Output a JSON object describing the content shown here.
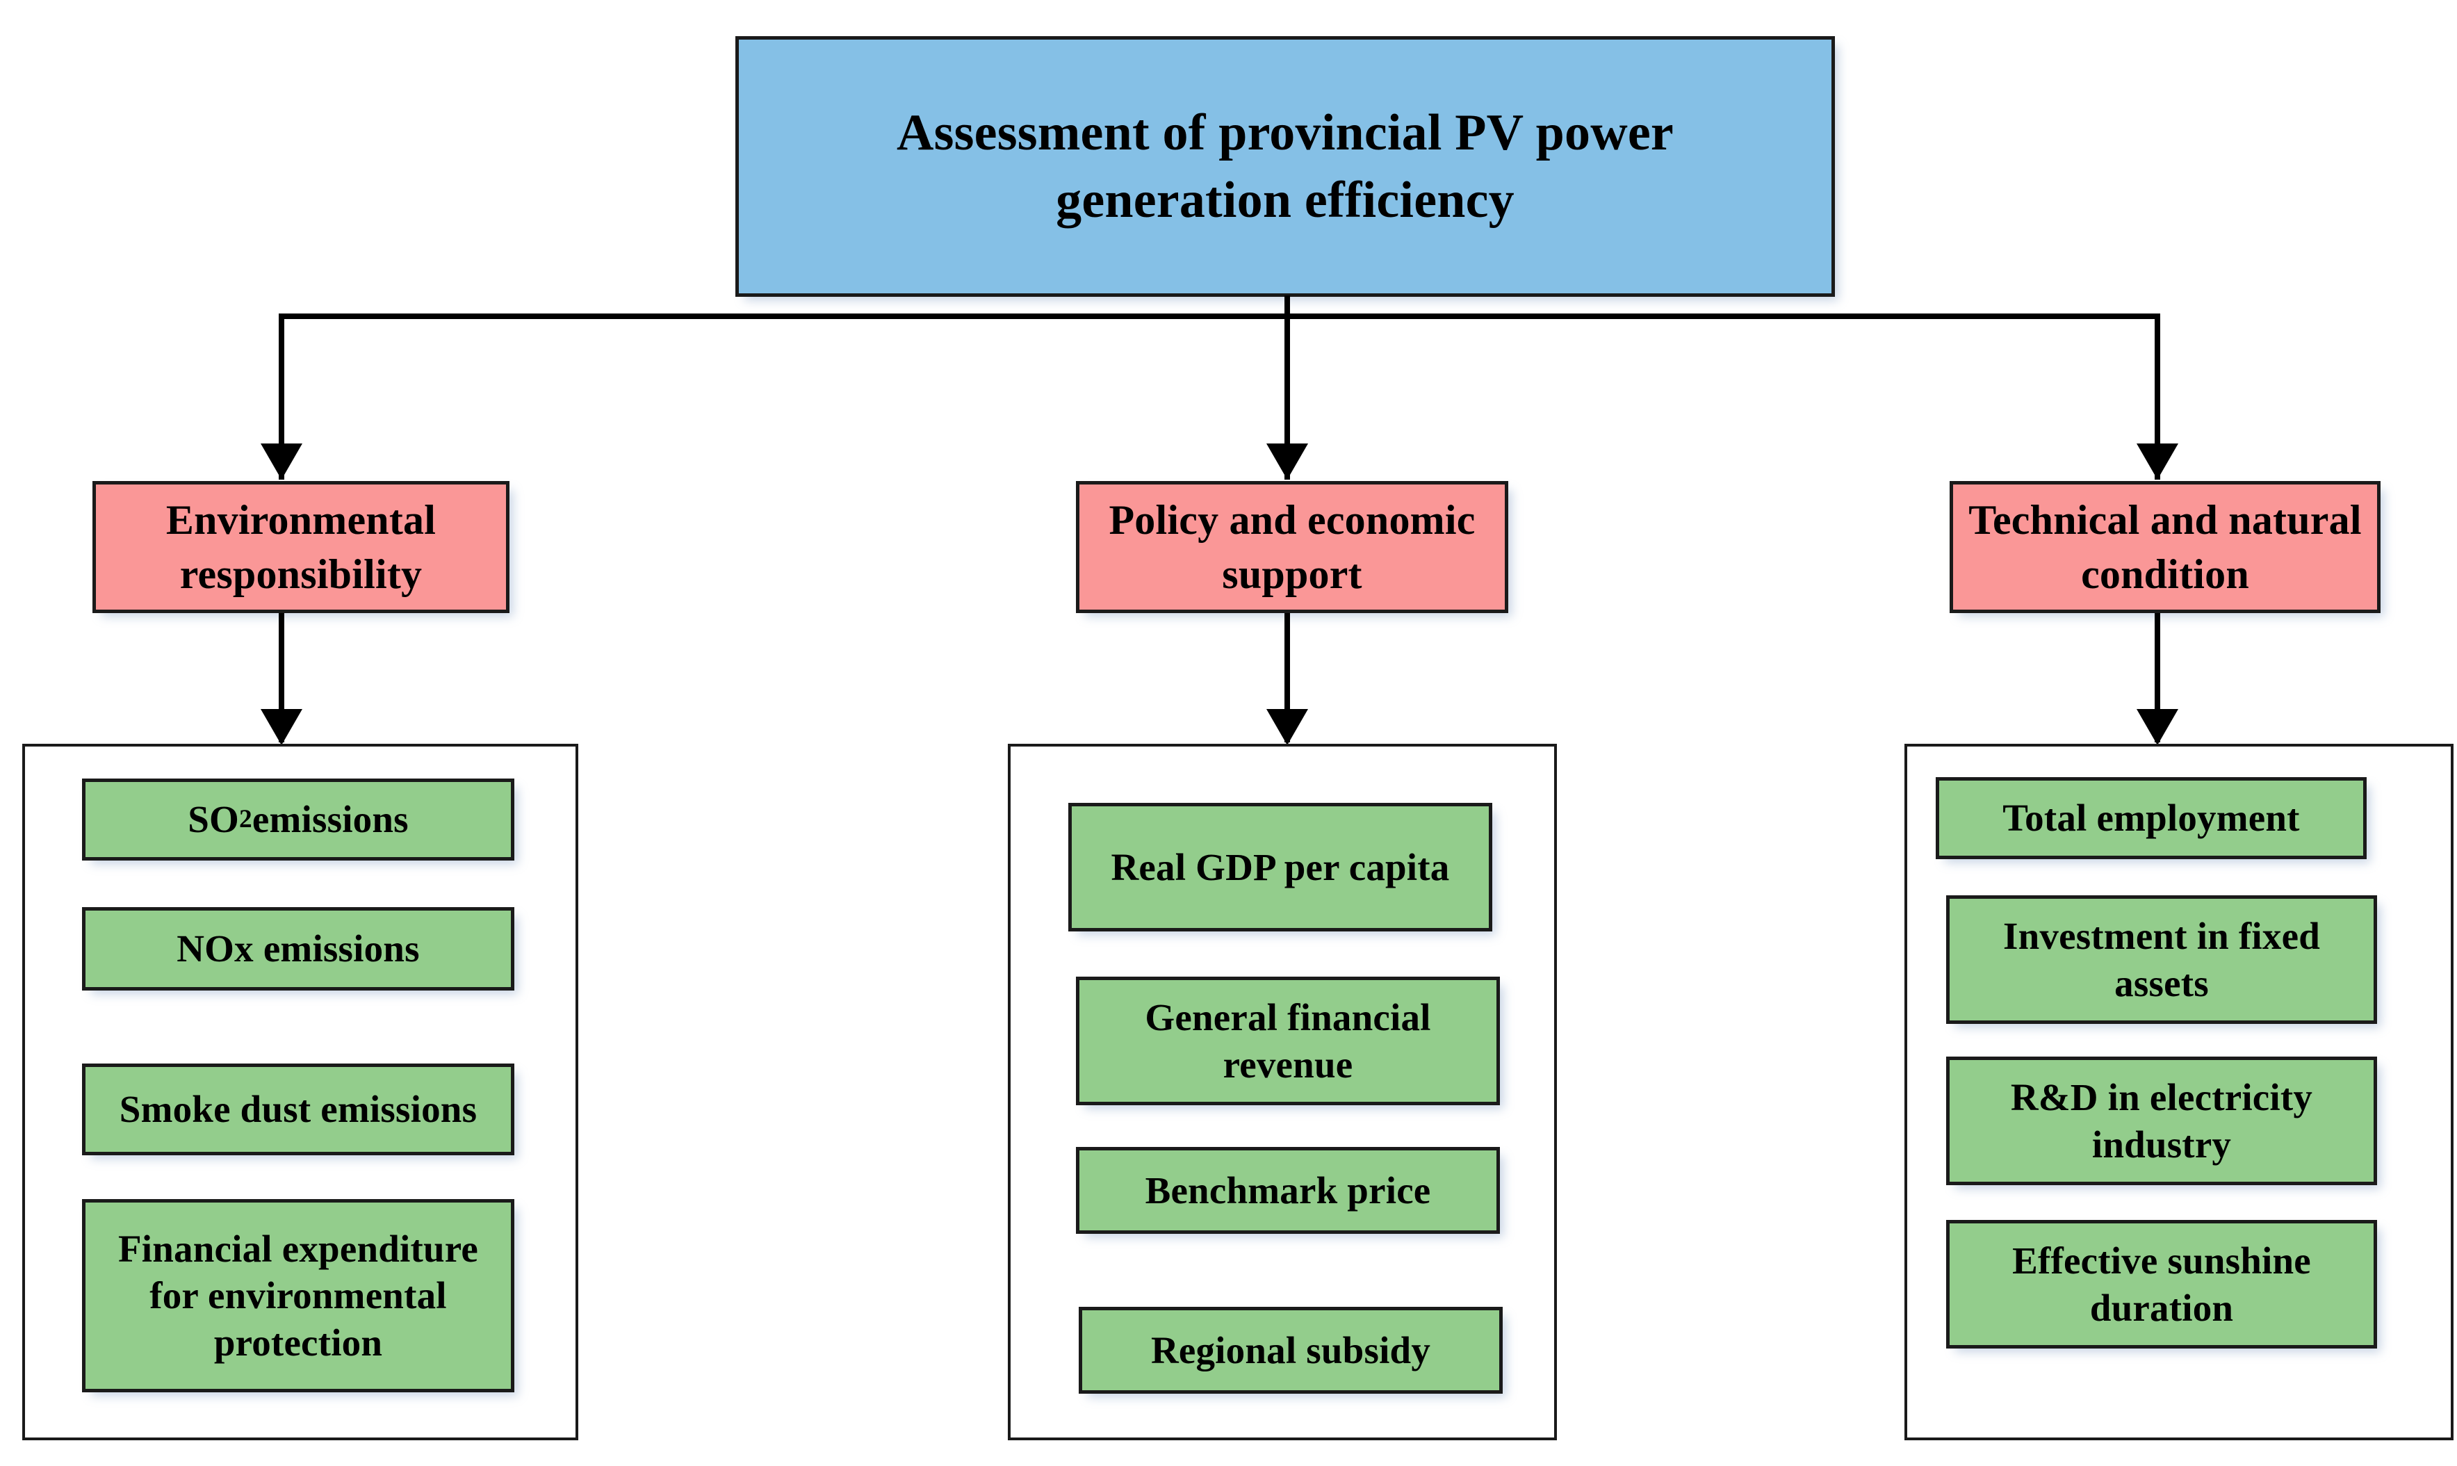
{
  "diagram": {
    "type": "hierarchy-tree",
    "root": {
      "label": "Assessment of  provincial  PV power generation efficiency",
      "color": "#85C0E6"
    },
    "category_color": "#FA9797",
    "indicator_color": "#93CD8C",
    "border_color": "#1A1A1A",
    "background": "#FFFFFF",
    "branches": [
      {
        "category": "Environmental responsibility",
        "indicators": [
          {
            "text_before": "SO",
            "subscript": "2",
            "text_after": " emissions",
            "label": "SO2 emissions"
          },
          {
            "label": "NOx emissions"
          },
          {
            "label": "Smoke dust emissions"
          },
          {
            "label": "Financial expenditure for environmental protection"
          }
        ]
      },
      {
        "category": "Policy and economic support",
        "indicators": [
          {
            "label": "Real GDP per capita"
          },
          {
            "label": "General financial revenue"
          },
          {
            "label": "Benchmark price"
          },
          {
            "label": "Regional subsidy"
          }
        ]
      },
      {
        "category": "Technical and natural condition",
        "indicators": [
          {
            "label": "Total employment"
          },
          {
            "label": "Investment in fixed assets"
          },
          {
            "label": "R&D in electricity industry"
          },
          {
            "label": "Effective sunshine duration"
          }
        ]
      }
    ]
  }
}
